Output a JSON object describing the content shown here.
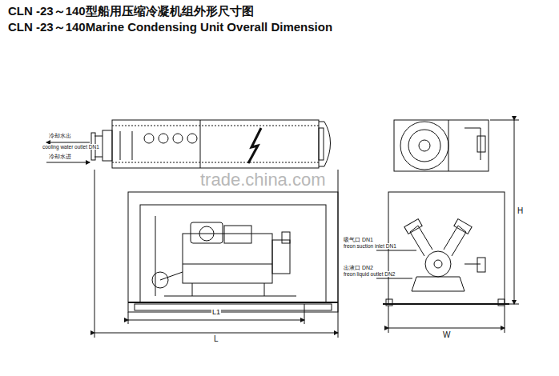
{
  "diagram": {
    "title": "CLN -23～140型船用压缩冷凝机组外形尺寸图",
    "labels": [
      "CLN -23～140Marine Condensing Unit Overall Dimension",
      "冷却水出",
      "cooling water outlet DN1",
      "冷却水进",
      "trade.china.com",
      "吸气口 DN1",
      "freon suction inlet DN1",
      "出液口 DN2",
      "freon liquid outlet DN2",
      "H",
      "L1",
      "L",
      "W"
    ]
  }
}
